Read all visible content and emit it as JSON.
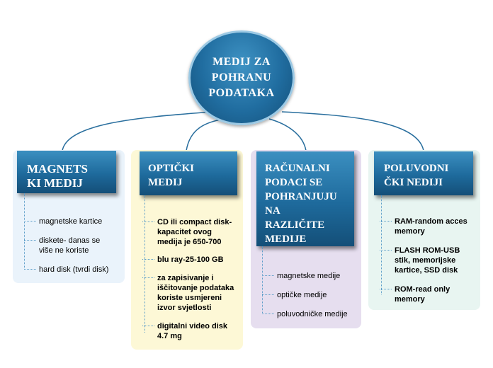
{
  "central": {
    "title": "MEDIJ ZA\nPOHRANU\nPODATAKA"
  },
  "branches": [
    {
      "title": "MAGNETS\nKI MEDIJ",
      "panel_color": "#eaf3fb",
      "items": [
        "magnetske kartice",
        "diskete- danas se\nviše ne koriste",
        "hard disk (tvrdi disk)"
      ]
    },
    {
      "title": "OPTIČKI\nMEDIJ",
      "panel_color": "#fdf8d6",
      "items": [
        "CD ili compact disk-\nkapacitet ovog\nmedija je 650-700",
        "blu ray-25-100 GB",
        "za zapisivanje i\niščitovanje podataka\nkoriste usmjereni\nizvor svjetlosti",
        "digitalni video disk\n4.7 mg"
      ]
    },
    {
      "title": "RAČUNALNI\nPODACI SE\nPOHRANJUJU\nNA\nRAZLIČITE\nMEDIJE",
      "panel_color": "#e6deef",
      "items": [
        "magnetske medije",
        "optičke medije",
        "poluvodničke medije"
      ]
    },
    {
      "title": "POLUVODNI\nČKI NEDIJI",
      "panel_color": "#e8f5f1",
      "items": [
        "RAM-random acces\nmemory",
        "FLASH ROM-USB\nstik, memorijske\nkartice, SSD disk",
        "ROM-read only\nmemory"
      ]
    }
  ],
  "colors": {
    "connector": "#2a6f9e",
    "header": "#1e6a9c",
    "dotted": "#5a9cc8"
  }
}
